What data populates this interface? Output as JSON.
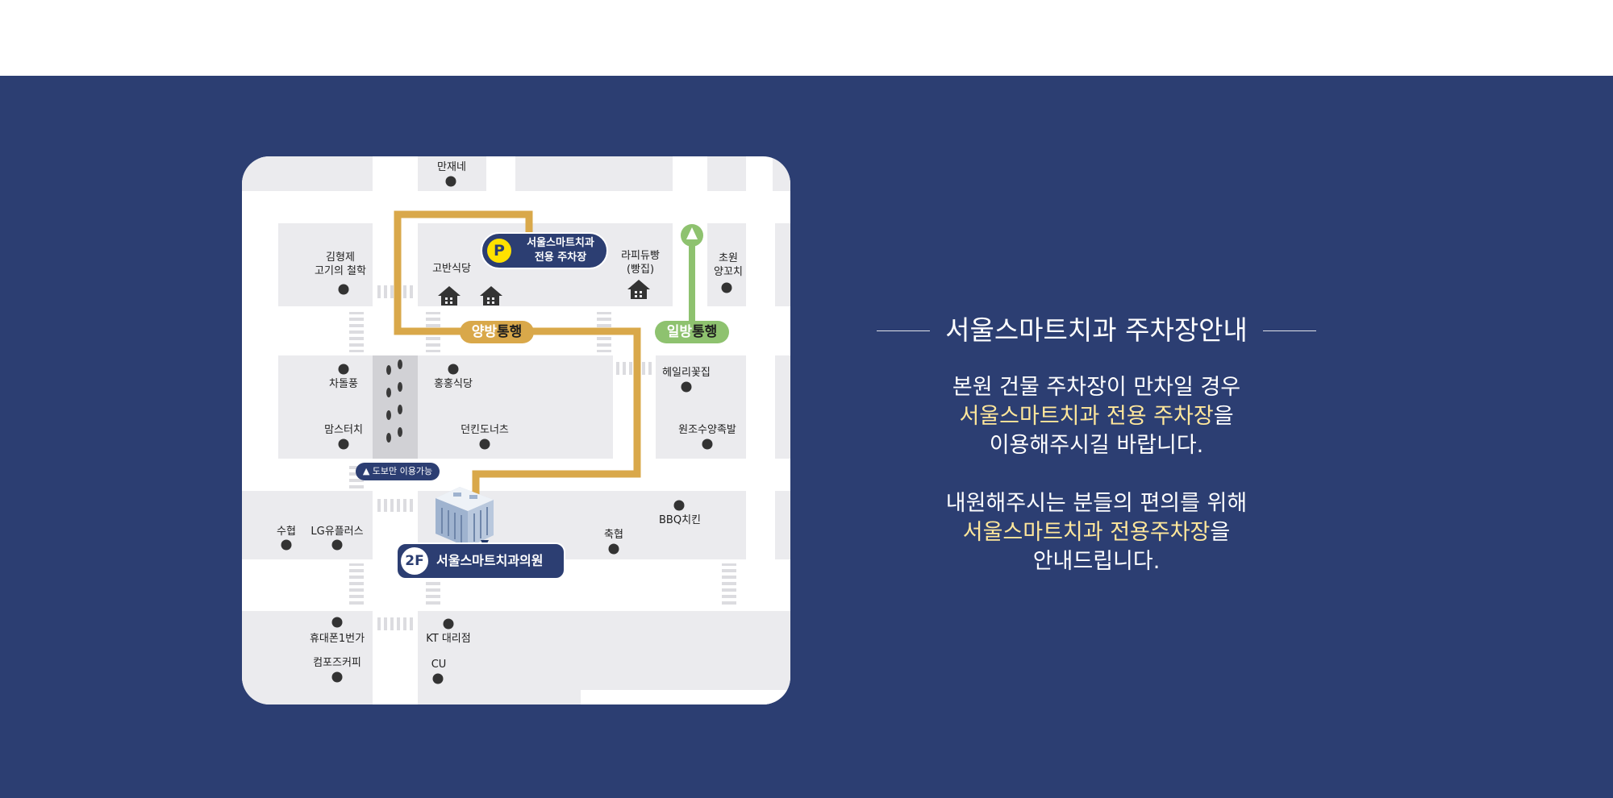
{
  "info": {
    "title": "서울스마트치과 주차장안내",
    "para1": {
      "line1": "본원 건물 주차장이 만차일 경우",
      "line2_highlight": "서울스마트치과 전용 주차장",
      "line2_rest": "을",
      "line3": "이용해주시길 바랍니다."
    },
    "para2": {
      "line1": "내원해주시는 분들의 편의를 위해",
      "line2_highlight": "서울스마트치과 전용주차장",
      "line2_rest": "을",
      "line3": "안내드립니다."
    }
  },
  "map": {
    "parking_icon": "P",
    "parking_label_line1": "서울스마트치과",
    "parking_label_line2": "전용 주차장",
    "two_way_a": "양방",
    "two_way_b": "통행",
    "one_way_a": "일방",
    "one_way_b": "통행",
    "walk_only": "▲ 도보만 이용가능",
    "clinic_floor": "2F",
    "clinic_name": "서울스마트치과의원",
    "places": {
      "manjaene": "만재네",
      "kimhyungje_1": "김형제",
      "kimhyungje_2": "고기의 철학",
      "gobansikdang": "고반식당",
      "rapidubbang_1": "라피듀빵",
      "rapidubbang_2": "(빵집)",
      "chowon_1": "초원",
      "chowon_2": "양꼬치",
      "chadolpung": "차돌풍",
      "momstouch": "맘스터치",
      "honghong": "홍홍식당",
      "dunkin": "던킨도너츠",
      "heillikkotjip": "헤일리꽃집",
      "wonjo": "원조수양족발",
      "suhyup": "수협",
      "lgu": "LG유플러스",
      "chukhyup": "축협",
      "bbq": "BBQ치킨",
      "phone": "휴대폰1번가",
      "kt": "KT 대리점",
      "compose": "컴포즈커피",
      "cu": "CU"
    },
    "colors": {
      "route_gold": "#d9a84a",
      "one_way_green": "#8ec26f",
      "navy": "#2c3e72",
      "parking_yellow": "#ffe100"
    }
  }
}
